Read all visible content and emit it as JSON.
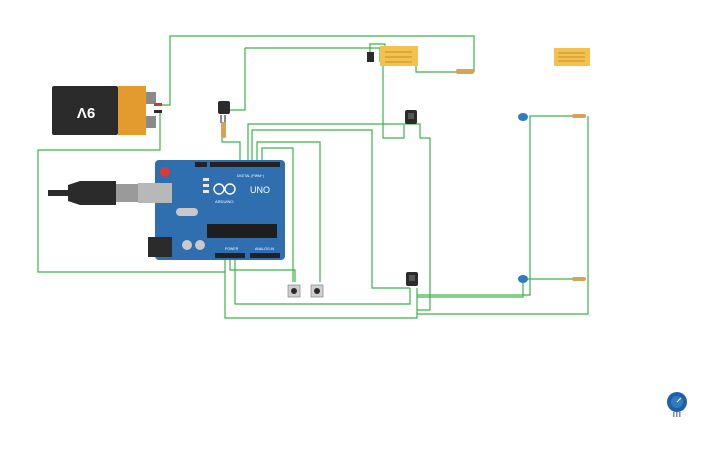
{
  "battery": {
    "voltage_label": "9V"
  },
  "arduino": {
    "model_label": "UNO",
    "brand_label": "ARDUINO",
    "power_label": "POWER",
    "analog_label": "ANALOG IN",
    "digital_label": "DIGITAL (PWM~)"
  },
  "colors": {
    "wire": "#3cb44a",
    "board": "#2f6fb0",
    "battery_body": "#2b2b2b",
    "battery_cap": "#e39a2e",
    "relay": "#f2c14e",
    "led": "#2f7dc0",
    "resistor": "#d8a25a",
    "potentiometer": "#1f5fa8"
  },
  "icons": {
    "usb_cable": "usb-cable-icon",
    "battery": "battery-9v-icon",
    "relay": "relay-module-icon",
    "pushbutton": "pushbutton-icon",
    "transistor": "transistor-icon",
    "led": "led-icon",
    "resistor": "resistor-icon",
    "potentiometer": "potentiometer-icon"
  }
}
